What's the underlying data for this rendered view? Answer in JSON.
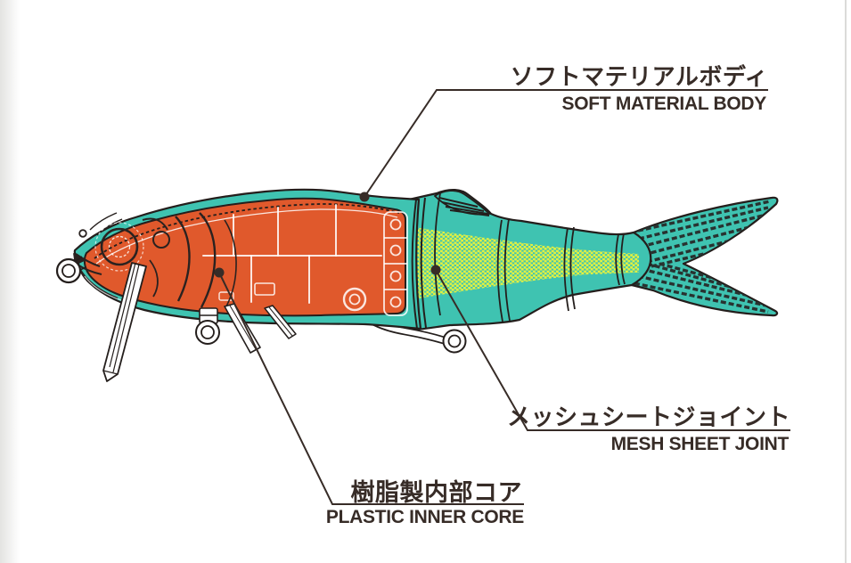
{
  "diagram": {
    "colors": {
      "body_teal": "#3FC3B1",
      "core_orange": "#E0592C",
      "mesh_yellow": "#E3F141",
      "outline_dark": "#241E1C",
      "label_text": "#372C27"
    },
    "labels": [
      {
        "id": "soft-material-body",
        "jp": "ソフトマテリアルボディ",
        "en": "SOFT MATERIAL BODY"
      },
      {
        "id": "mesh-sheet-joint",
        "jp": "メッシュシートジョイント",
        "en": "MESH SHEET JOINT"
      },
      {
        "id": "plastic-inner-core",
        "jp": "樹脂製内部コア",
        "en": "PLASTIC INNER CORE"
      }
    ]
  }
}
